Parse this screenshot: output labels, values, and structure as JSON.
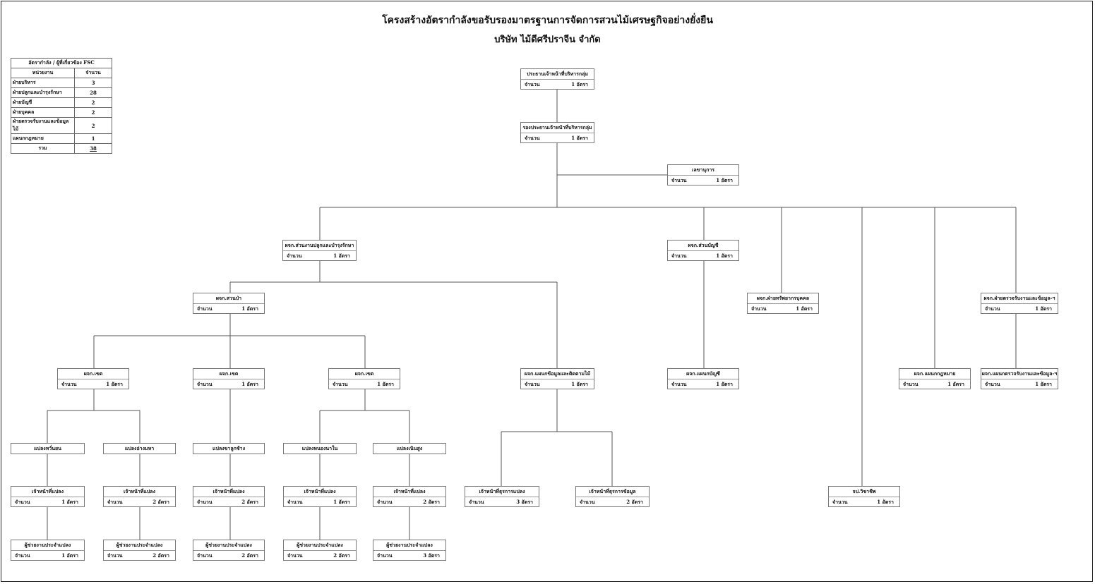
{
  "title": "โครงสร้างอัตรากำลังขอรับรองมาตรฐานการจัดการสวนไม้เศรษฐกิจอย่างยั่งยืน",
  "subtitle": "บริษัท ไม้ดีศรีปราจีน จำกัด",
  "count_label": "จำนวน",
  "unit": "อัตรา",
  "summary": {
    "caption": "อัตรากำลัง / ผู้ที่เกี่ยวข้อง FSC",
    "headers": [
      "หน่วยงาน",
      "จำนวน"
    ],
    "rows": [
      {
        "unit": "ฝ่ายบริหาร",
        "count": "3"
      },
      {
        "unit": "ฝ่ายปลูกและบำรุงรักษา",
        "count": "28"
      },
      {
        "unit": "ฝ่ายบัญชี",
        "count": "2"
      },
      {
        "unit": "ฝ่ายบุคคล",
        "count": "2"
      },
      {
        "unit": "ฝ่ายตรวจรับงานและข้อมูลไม้",
        "count": "2"
      },
      {
        "unit": "แผนกกฎหมาย",
        "count": "1"
      }
    ],
    "total_label": "รวม",
    "total": "38"
  },
  "nodes": {
    "chairman": {
      "name": "ประธานเจ้าหน้าที่บริหารกลุ่ม",
      "count": "1"
    },
    "vice_chairman": {
      "name": "รองประธานเจ้าหน้าที่บริหารกลุ่ม",
      "count": "1"
    },
    "secretary": {
      "name": "เลขานุการ",
      "count": "1"
    },
    "mgr_planting": {
      "name": "ผจก.ส่วนงานปลูกและบำรุงรักษา",
      "count": "1"
    },
    "mgr_accounting": {
      "name": "ผจก.ส่วนบัญชี",
      "count": "1"
    },
    "mgr_hr": {
      "name": "ผจก.ฝ่ายทรัพยากรบุคคล",
      "count": "1"
    },
    "mgr_inspection": {
      "name": "ผจก.ฝ่ายตรวจรับงานและข้อมูล-ฯ",
      "count": "1"
    },
    "mgr_forest": {
      "name": "ผจก.สวนป่า",
      "count": "1"
    },
    "zone1": {
      "name": "ผจก.เขต",
      "count": "1"
    },
    "zone2": {
      "name": "ผจก.เขต",
      "count": "1"
    },
    "zone3": {
      "name": "ผจก.เขต",
      "count": "1"
    },
    "mgr_data": {
      "name": "ผจก.แผนกข้อมูลและติดตามไม้",
      "count": "1"
    },
    "mgr_acc_dept": {
      "name": "ผจก.แผนกบัญชี",
      "count": "1"
    },
    "mgr_legal": {
      "name": "ผจก.แผนกกฎหมาย",
      "count": "1"
    },
    "mgr_insp_dept": {
      "name": "ผจก.แผนกตรวจรับงานและข้อมูล-ฯ",
      "count": "1"
    },
    "plot1": {
      "name": "แปลงหวั่นยน"
    },
    "plot2": {
      "name": "แปลงอ่างมหา"
    },
    "plot3": {
      "name": "แปลงขาลูกช้าง"
    },
    "plot4": {
      "name": "แปลงหนองนาใน"
    },
    "plot5": {
      "name": "แปลงเนินสูง"
    },
    "officer1": {
      "name": "เจ้าหน้าที่แปลง",
      "count": "1"
    },
    "officer2": {
      "name": "เจ้าหน้าที่แปลง",
      "count": "2"
    },
    "officer3": {
      "name": "เจ้าหน้าที่แปลง",
      "count": "2"
    },
    "officer4": {
      "name": "เจ้าหน้าที่แปลง",
      "count": "1"
    },
    "officer5": {
      "name": "เจ้าหน้าที่แปลง",
      "count": "2"
    },
    "asst1": {
      "name": "ผู้ช่วยงานประจำแปลง",
      "count": "1"
    },
    "asst2": {
      "name": "ผู้ช่วยงานประจำแปลง",
      "count": "2"
    },
    "asst3": {
      "name": "ผู้ช่วยงานประจำแปลง",
      "count": "2"
    },
    "asst4": {
      "name": "ผู้ช่วยงานประจำแปลง",
      "count": "2"
    },
    "asst5": {
      "name": "ผู้ช่วยงานประจำแปลง",
      "count": "3"
    },
    "plot_admin": {
      "name": "เจ้าหน้าที่ธุรการแปลง",
      "count": "3"
    },
    "data_admin": {
      "name": "เจ้าหน้าที่ธุรการข้อมูล",
      "count": "2"
    },
    "safety": {
      "name": "จป.วิชาชีพ",
      "count": "1"
    }
  }
}
